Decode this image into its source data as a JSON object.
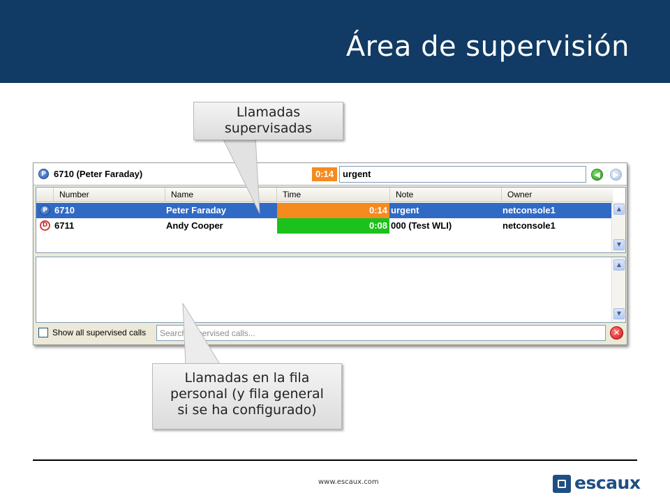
{
  "slide": {
    "title": "Área de supervisión"
  },
  "topbar": {
    "badge": "P",
    "active_call": "6710 (Peter Faraday)",
    "timer": "0:14",
    "note_value": "urgent"
  },
  "table": {
    "headers": [
      "Number",
      "Name",
      "Time",
      "Note",
      "Owner"
    ],
    "rows": [
      {
        "badge": "P",
        "number": "6710",
        "name": "Peter Faraday",
        "time": "0:14",
        "note": "urgent",
        "owner": "netconsole1"
      },
      {
        "badge": "D",
        "number": "6711",
        "name": "Andy Cooper",
        "time": "0:08",
        "note": "000 (Test WLI)",
        "owner": "netconsole1"
      }
    ]
  },
  "bottombar": {
    "checkbox_label": "Show all supervised calls",
    "search_placeholder": "Search supervised calls..."
  },
  "callouts": {
    "supervised_line1": "Llamadas",
    "supervised_line2": "supervisadas",
    "queue_line1": "Llamadas en la fila",
    "queue_line2": "personal (y fila general",
    "queue_line3": "si se ha configurado)"
  },
  "footer": {
    "url": "www.escaux.com",
    "logo_text": "escaux"
  },
  "colors": {
    "banner": "#113a64",
    "selected_row": "#316ac5",
    "timer_orange": "#f58a1f",
    "timer_green": "#1bc21b",
    "logo": "#1f4f82"
  }
}
